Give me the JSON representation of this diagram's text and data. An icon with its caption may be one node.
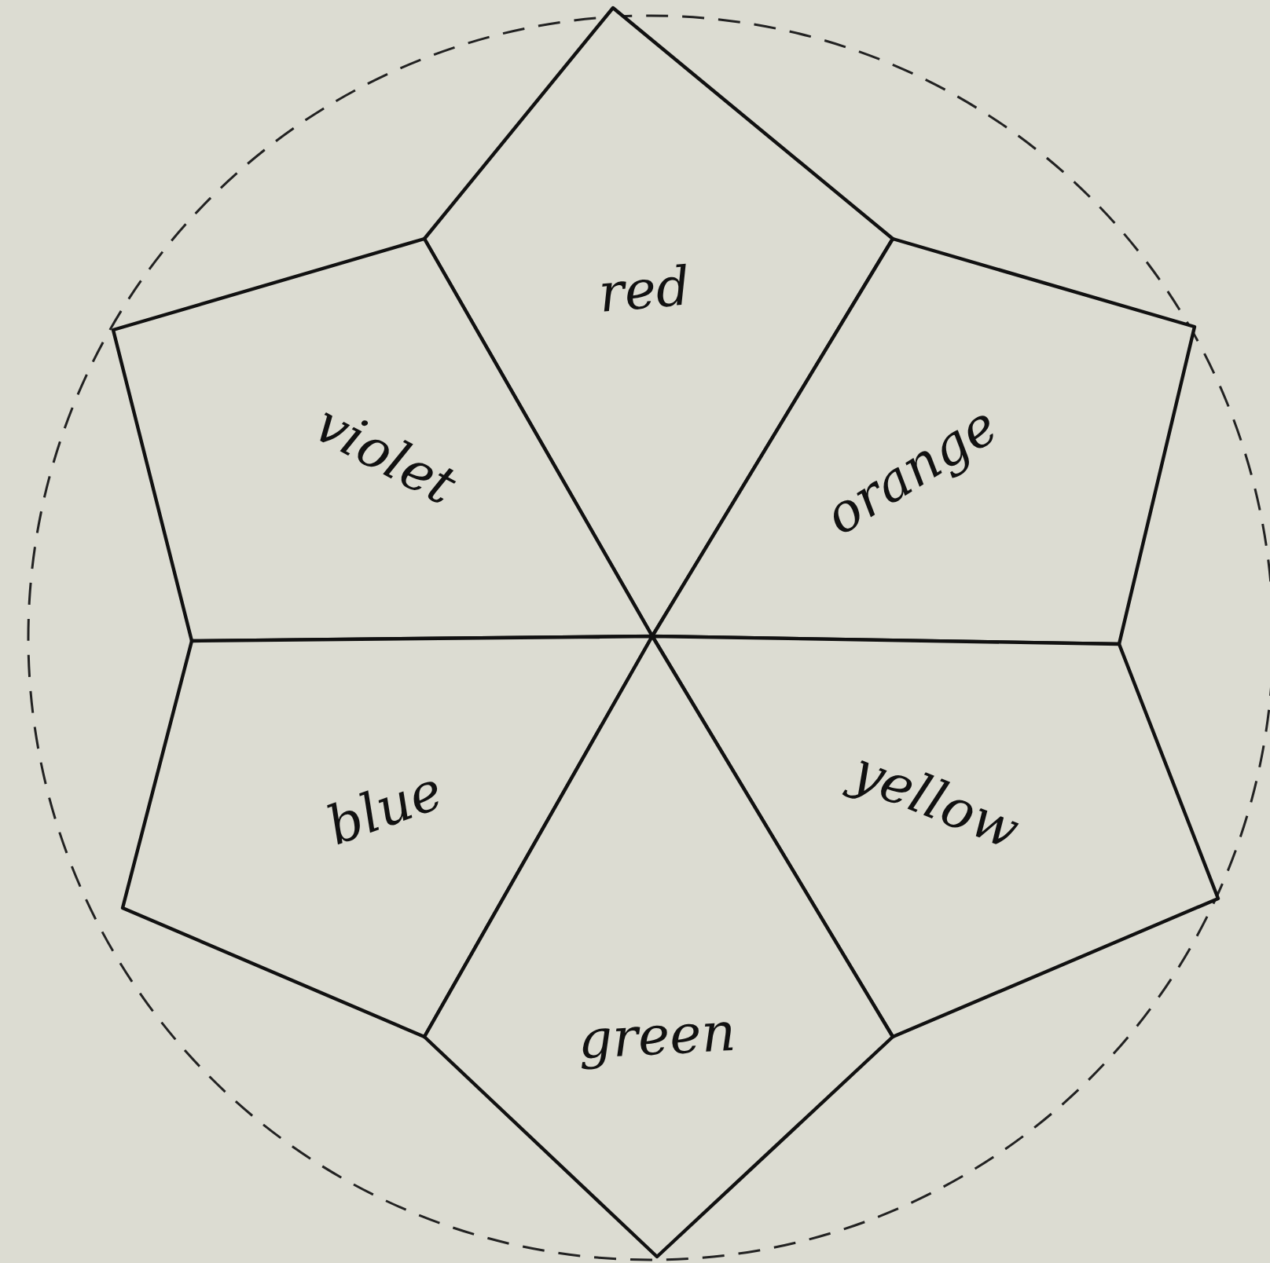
{
  "diagram": {
    "nodes": [
      {
        "text": [
          "red"
        ]
      },
      {
        "text": [
          "violet"
        ]
      },
      {
        "text": [
          "orange"
        ]
      },
      {
        "text": [
          "blue"
        ]
      },
      {
        "text": [
          "yellow"
        ]
      },
      {
        "text": [
          "green"
        ]
      }
    ]
  }
}
